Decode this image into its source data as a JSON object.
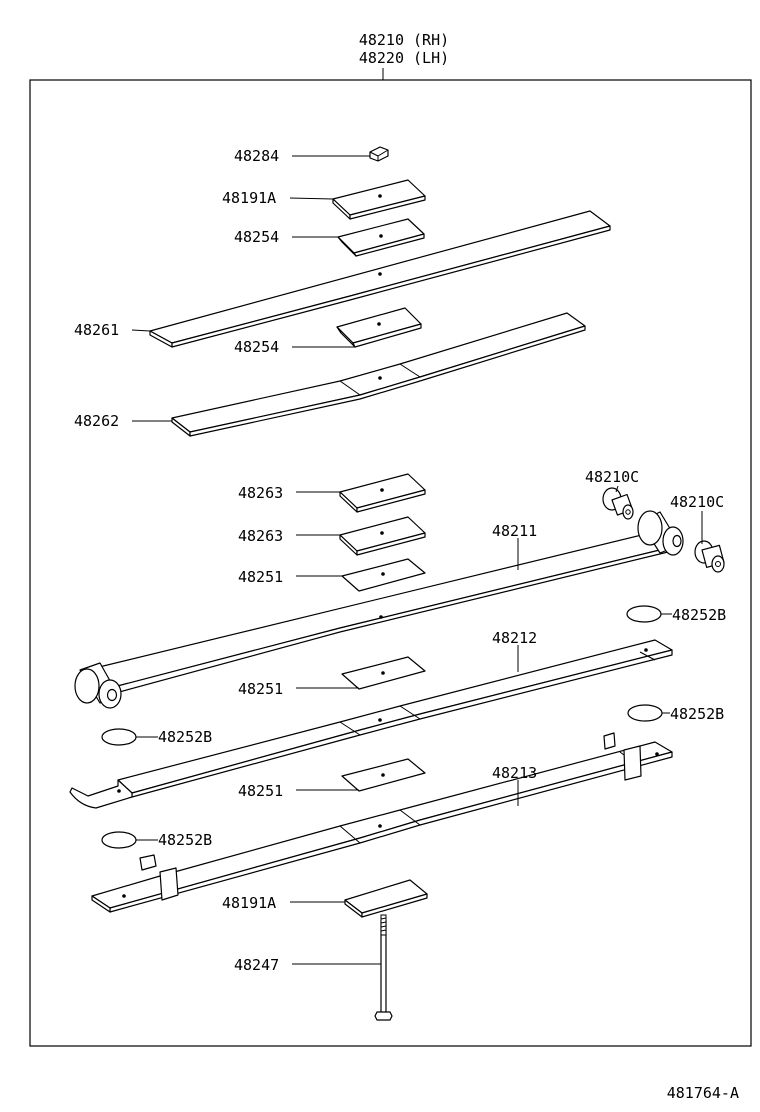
{
  "assembly": {
    "code_rh": "48210 (RH)",
    "code_lh": "48220 (LH)"
  },
  "callouts": {
    "nut": "48284",
    "clamp_top": "48191A",
    "liner_top": "48254",
    "leaf_48261": "48261",
    "liner_mid": "48254",
    "leaf_48262": "48262",
    "pad_1": "48263",
    "pad_2": "48263",
    "insert_1": "48251",
    "bushing_1": "48210C",
    "bushing_2": "48210C",
    "main_leaf": "48211",
    "disc_1": "48252B",
    "leaf_48212": "48212",
    "insert_2": "48251",
    "disc_2": "48252B",
    "disc_3": "48252B",
    "leaf_48213": "48213",
    "insert_3": "48251",
    "disc_4": "48252B",
    "clamp_bottom": "48191A",
    "center_bolt": "48247"
  },
  "diagram_id": "481764-A"
}
